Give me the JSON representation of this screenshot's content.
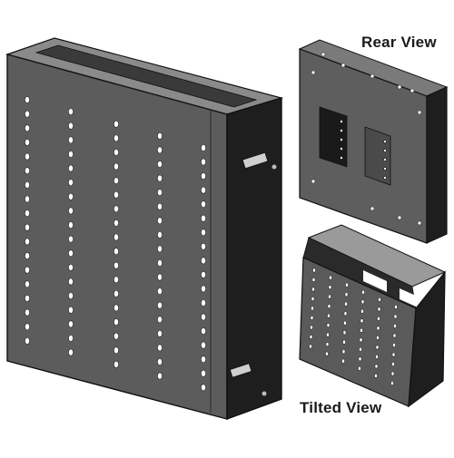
{
  "captions": {
    "rear_view": "Rear View",
    "tilted_view": "Tilted View"
  },
  "colors": {
    "background": "#ffffff",
    "panel_face": "#5c5c5c",
    "panel_dark": "#1e1e1e",
    "panel_top": "#7a7a7a",
    "hole": "#ffffff",
    "outline": "#111111"
  },
  "main_view": {
    "hole_columns": 5,
    "hole_rows": 18
  }
}
